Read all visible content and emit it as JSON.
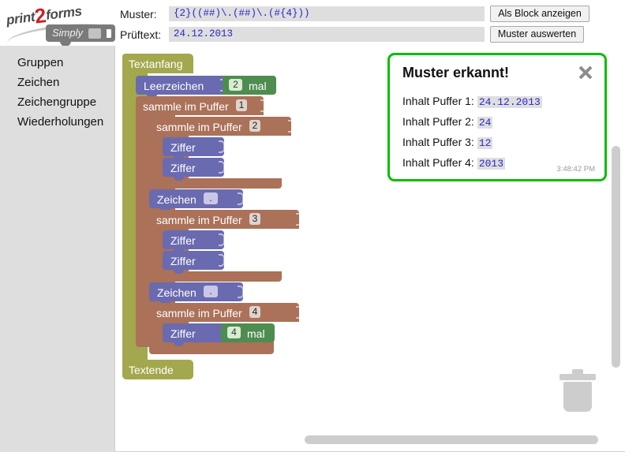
{
  "logo": {
    "text_before": "print",
    "accent": "2",
    "text_after": "forms",
    "block_label": "Simply",
    "accent_color": "#cc2026"
  },
  "header": {
    "pattern_label": "Muster:",
    "pattern_value": "{2}((##)\\.(##)\\.(#{4}))",
    "testtext_label": "Prüftext:",
    "testtext_value": "24.12.2013",
    "show_block_button": "Als Block anzeigen",
    "evaluate_button": "Muster auswerten"
  },
  "sidebar": {
    "items": [
      {
        "label": "Gruppen"
      },
      {
        "label": "Zeichen"
      },
      {
        "label": "Zeichengruppe"
      },
      {
        "label": "Wiederholungen"
      }
    ]
  },
  "workspace": {
    "blocks": {
      "text_start": "Textanfang",
      "text_end": "Textende",
      "whitespace": "Leerzeichen",
      "whitespace_count": "2",
      "times": "mal",
      "collect_buffer": "sammle im Puffer",
      "buffer_1": "1",
      "buffer_2": "2",
      "buffer_3": "3",
      "buffer_4": "4",
      "digit": "Ziffer",
      "digit_count": "4",
      "char": "Zeichen",
      "char_value_1": ".",
      "char_value_2": "."
    },
    "trash_icon": "trash-icon",
    "colors": {
      "olive": "#a3a84e",
      "purple": "#6a6ab0",
      "brown": "#ab7159",
      "green": "#4f8c4f"
    }
  },
  "popup": {
    "title": "Muster erkannt!",
    "close_icon": "close-icon",
    "rows": [
      {
        "label": "Inhalt Puffer 1:",
        "value": "24.12.2013"
      },
      {
        "label": "Inhalt Puffer 2:",
        "value": "24"
      },
      {
        "label": "Inhalt Puffer 3:",
        "value": "12"
      },
      {
        "label": "Inhalt Puffer 4:",
        "value": "2013"
      }
    ],
    "timestamp": "3:48:42 PM",
    "border_color": "#00c000"
  }
}
